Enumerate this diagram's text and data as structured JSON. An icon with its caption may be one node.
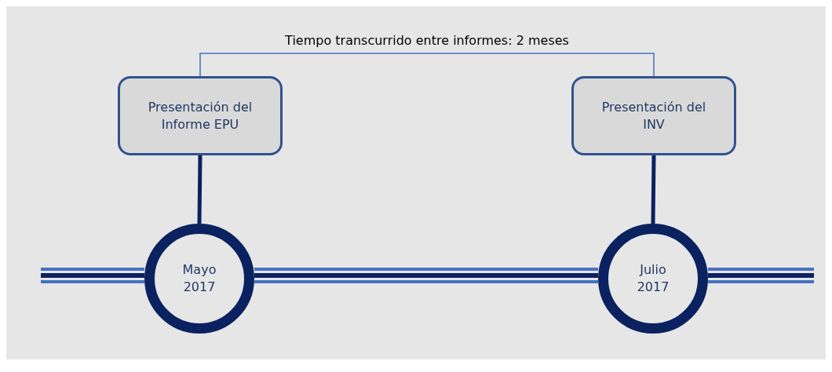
{
  "diagram": {
    "nodes": [
      {
        "text": [
          "Presentación del Informe EPU"
        ]
      },
      {
        "text": [
          "Presentación del INV"
        ]
      },
      {
        "text": [
          "Mayo 2017"
        ]
      },
      {
        "text": [
          "Julio 2017"
        ]
      }
    ],
    "edges": [
      {
        "from": 0,
        "to": 1,
        "arrow": "none",
        "label": "Tiempo transcurrido entre informes: 2 meses",
        "color": "#4472c4"
      },
      {
        "from": 0,
        "to": 2,
        "arrow": "none"
      },
      {
        "from": 1,
        "to": 3,
        "arrow": "none"
      },
      {
        "from": null,
        "to": 2,
        "arrow": "none"
      },
      {
        "from": 2,
        "to": 3,
        "arrow": "none"
      },
      {
        "from": 3,
        "to": null,
        "arrow": "none"
      }
    ]
  }
}
